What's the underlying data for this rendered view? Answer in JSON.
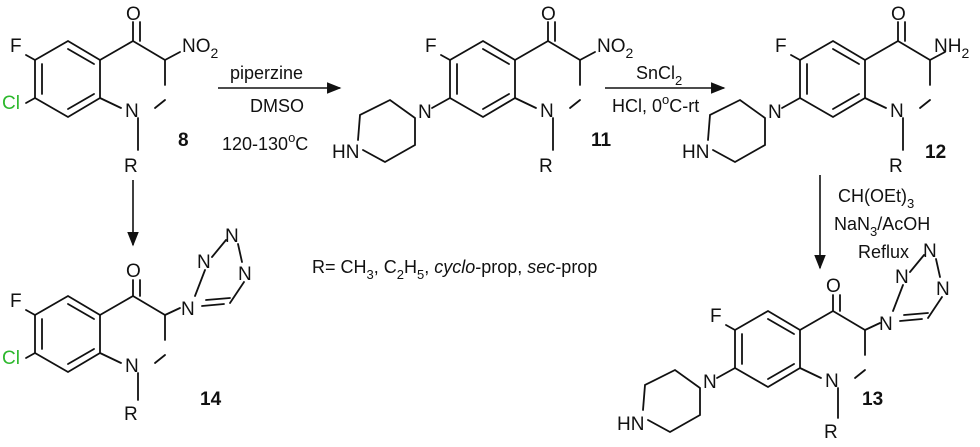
{
  "compounds": {
    "c8": {
      "label": "8",
      "atoms": {
        "O": "O",
        "F": "F",
        "Cl": "Cl",
        "N": "N",
        "R": "R",
        "nitro": "NO",
        "nitro_sub": "2"
      }
    },
    "c11": {
      "label": "11",
      "atoms": {
        "O": "O",
        "F": "F",
        "N": "N",
        "R": "R",
        "nitro": "NO",
        "nitro_sub": "2",
        "pipN": "N",
        "pipNH": "HN"
      }
    },
    "c12": {
      "label": "12",
      "atoms": {
        "O": "O",
        "F": "F",
        "N": "N",
        "R": "R",
        "amine": "NH",
        "amine_sub": "2",
        "pipN": "N",
        "pipNH": "HN"
      }
    },
    "c13": {
      "label": "13",
      "atoms": {
        "O": "O",
        "F": "F",
        "N": "N",
        "R": "R",
        "pipN": "N",
        "pipNH": "HN",
        "tetrazole_N": "N"
      }
    },
    "c14": {
      "label": "14",
      "atoms": {
        "O": "O",
        "F": "F",
        "Cl": "Cl",
        "N": "N",
        "R": "R",
        "tetrazole_N": "N"
      }
    }
  },
  "reactions": {
    "step1": {
      "reagent": "piperzine",
      "solvent": "DMSO",
      "temp": "120-130",
      "temp_sup": "o",
      "temp_unit": "C"
    },
    "step2": {
      "reagent_main": "SnCl",
      "reagent_sub": "2",
      "cond_pre": "HCl, 0",
      "cond_sup": "o",
      "cond_post": "C-rt"
    },
    "step3": {
      "line1_pre": "CH(OEt)",
      "line1_sub": "3",
      "line2_pre": "NaN",
      "line2_sub": "3",
      "line2_post": "/AcOH",
      "line3": "Reflux"
    }
  },
  "substituents": {
    "prefix": "R= CH",
    "ch3_sub": "3",
    "mid": ", C",
    "c2_sub": "2",
    "h": "H",
    "h_sub": "5",
    "sep1": ", ",
    "cyclo": "cyclo",
    "cyclo_rest": "-prop, ",
    "sec": "sec",
    "sec_rest": "-prop"
  }
}
